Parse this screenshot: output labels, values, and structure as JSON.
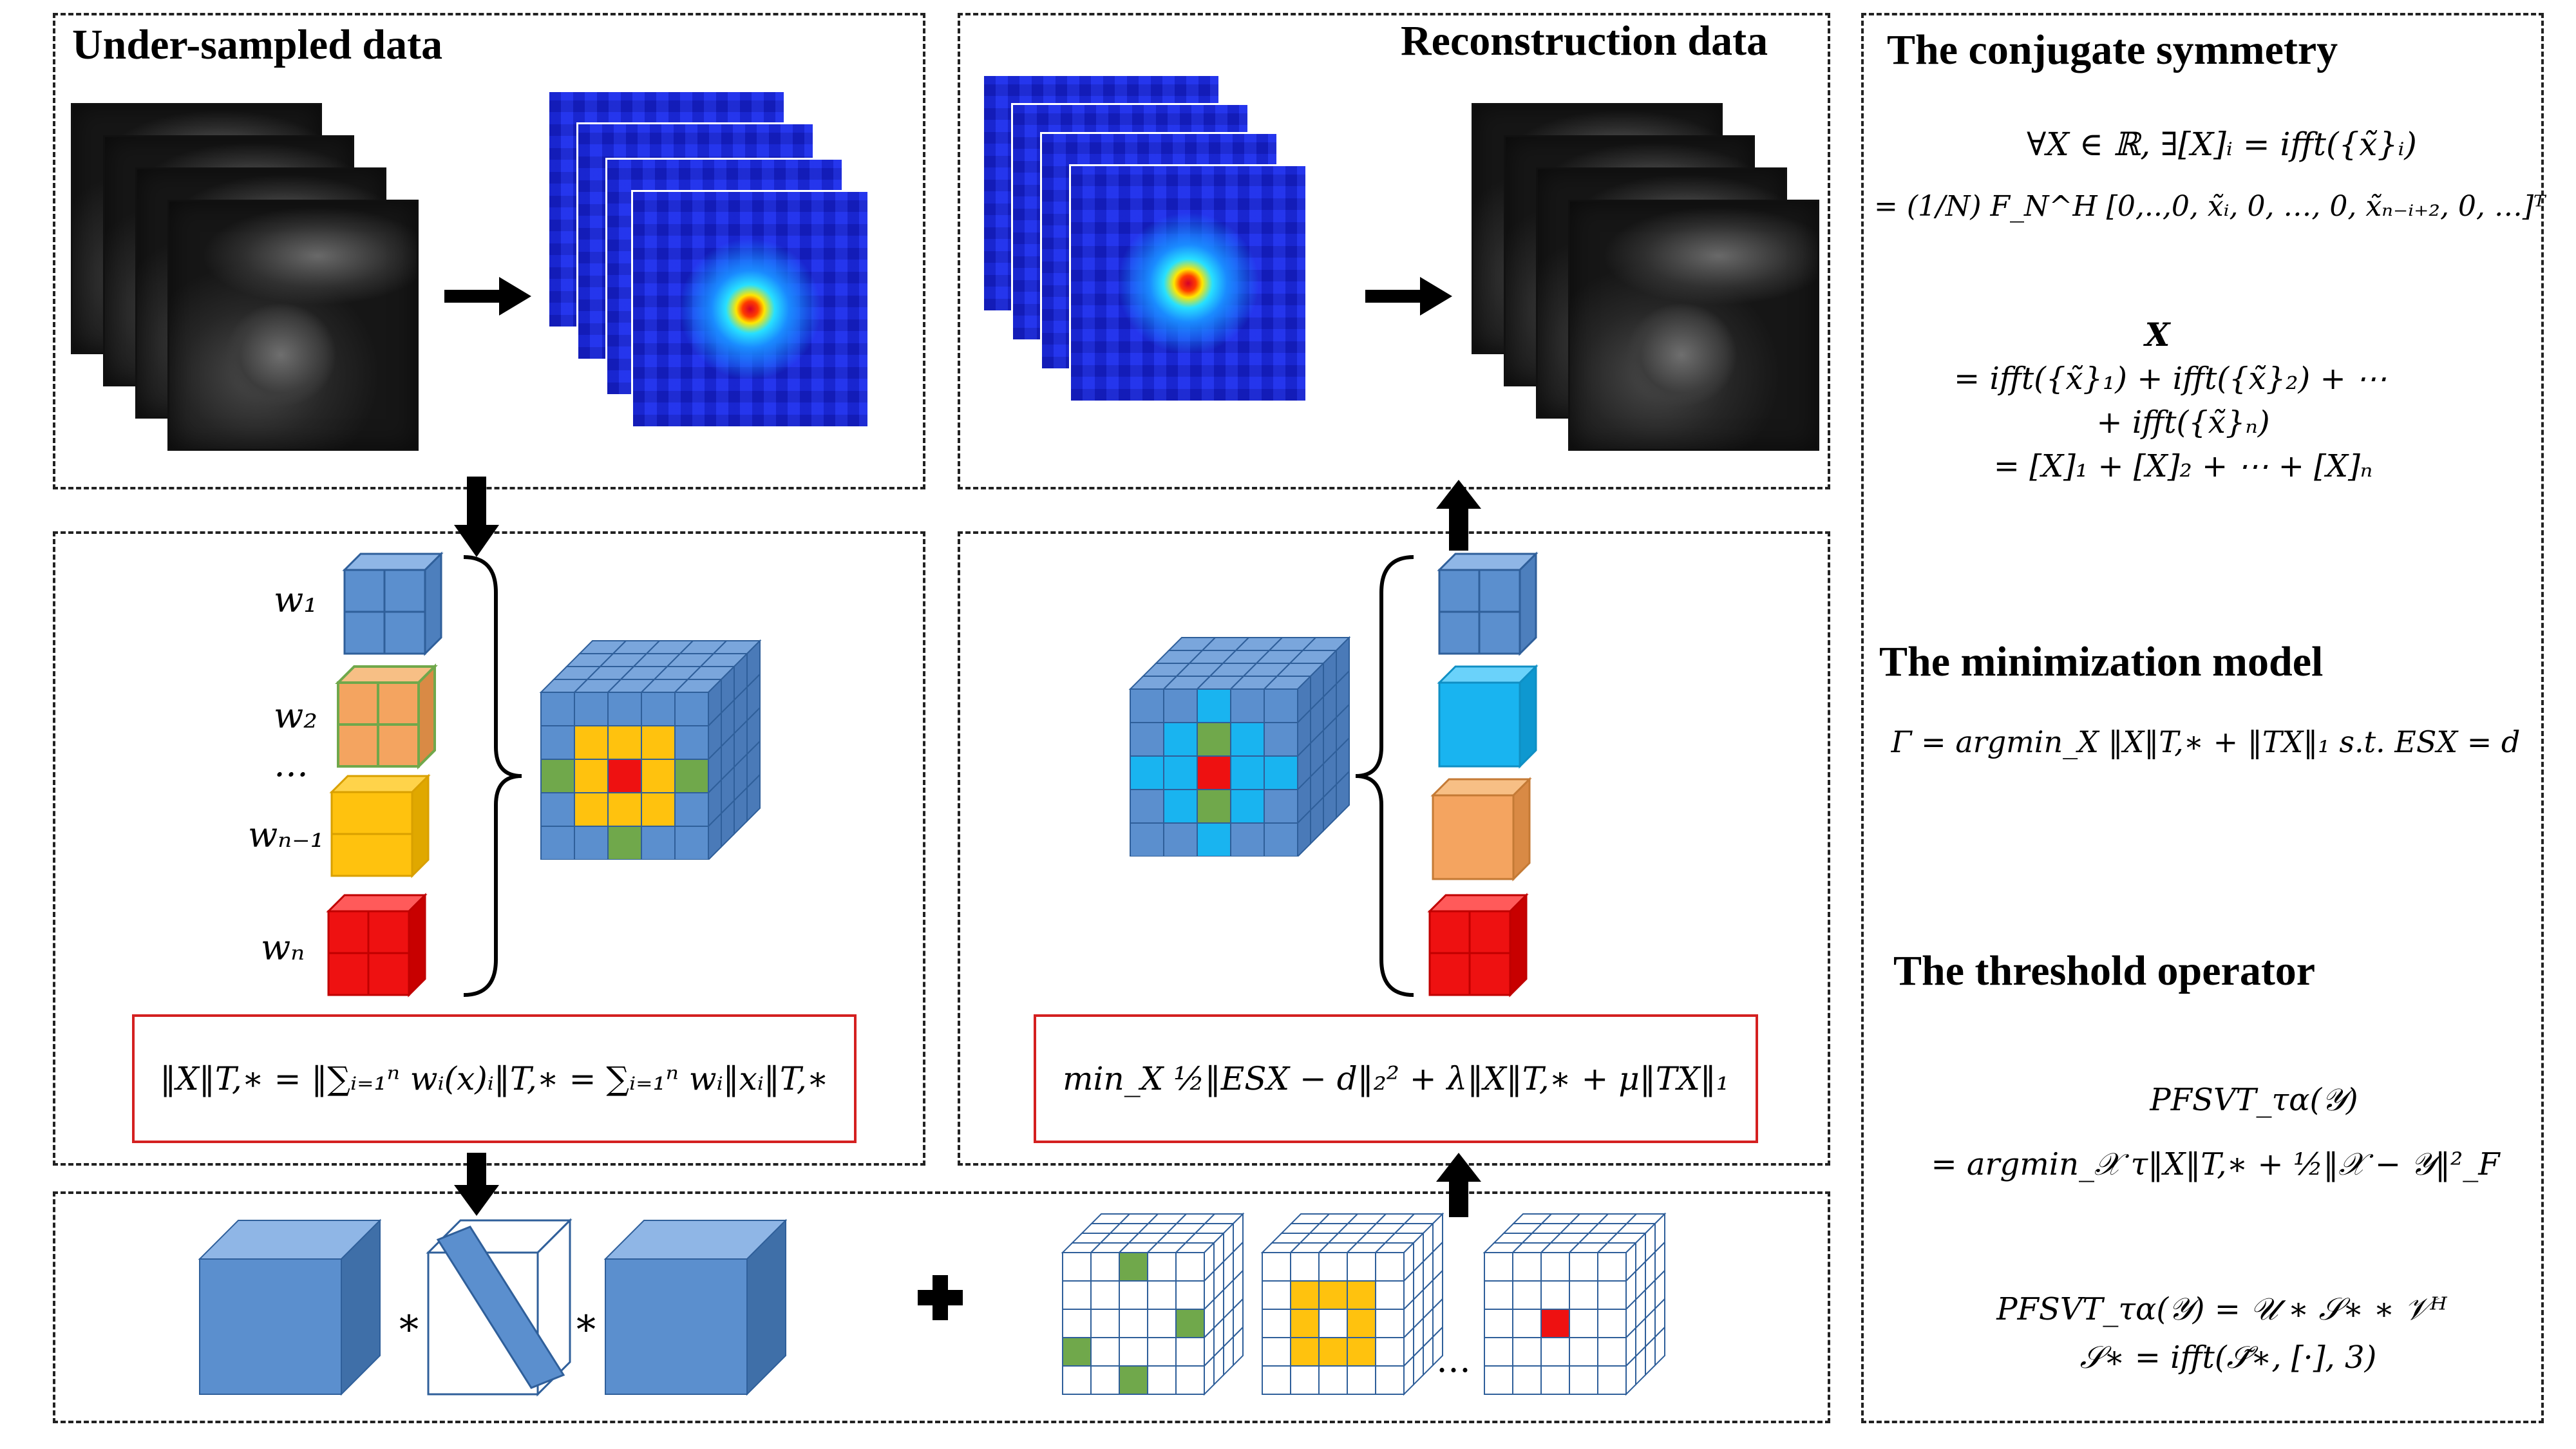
{
  "panels": {
    "undersampled_title": "Under-sampled data",
    "reconstruction_title": "Reconstruction data",
    "conjugate_title": "The conjugate symmetry",
    "minimization_title": "The minimization model",
    "threshold_title": "The threshold operator"
  },
  "weights": {
    "w1": "w₁",
    "w2": "w₂",
    "dots": "…",
    "wn1": "wₙ₋₁",
    "wn": "wₙ"
  },
  "formulas": {
    "tnuclear": "‖X‖T,∗ = ‖∑ᵢ₌₁ⁿ wᵢ(x)ᵢ‖T,∗ = ∑ᵢ₌₁ⁿ wᵢ‖xᵢ‖T,∗",
    "objective": "min_X ½‖ESX − d‖₂² + λ‖X‖T,∗ + μ‖TX‖₁",
    "conj_line1": "∀X ∈ ℝ, ∃[X]ᵢ = ifft({x̃}ᵢ)",
    "conj_line2": "= (1/N) F_N^H [0,..,0, x̃ᵢ, 0, …, 0, x̃ₙ₋ᵢ₊₂, 0, …]ᵀ",
    "conj_line3": "X",
    "conj_line4": "= ifft({x̃}₁) + ifft({x̃}₂) + ⋯",
    "conj_line5": "+ ifft({x̃}ₙ)",
    "conj_line6": "= [X]₁ + [X]₂ + ⋯ + [X]ₙ",
    "min_model": "Γ = argmin_X ‖X‖T,∗ + ‖TX‖₁  s.t. ESX = d",
    "thr_line1": "PFSVT_τα(𝒴)",
    "thr_line2": "= argmin_𝒳 τ‖X‖T,∗ + ½‖𝒳 − 𝒴‖²_F",
    "thr_line3": "PFSVT_τα(𝒴) = 𝒰 ∗ 𝒮∗ ∗ 𝒱ᴴ",
    "thr_line4": "𝒮∗ = ifft(𝒮̃∗, [·], 3)"
  },
  "symbols": {
    "star1": "*",
    "star2": "*",
    "dots_bottom": "…",
    "plus": "+"
  },
  "colors": {
    "blue": "#5b8fce",
    "orange": "#f4a460",
    "yellow": "#ffc20e",
    "red": "#ee1111",
    "green": "#70a84b",
    "cyan": "#19b4f0",
    "box_red": "#d42020"
  }
}
